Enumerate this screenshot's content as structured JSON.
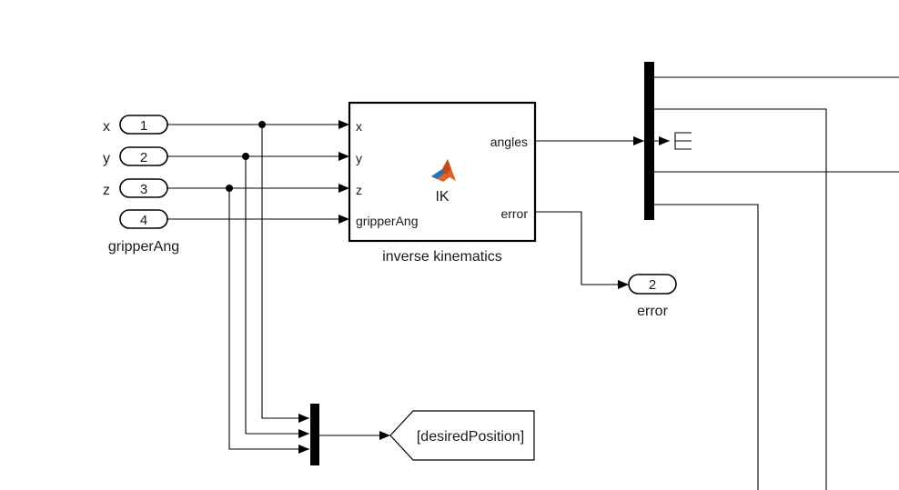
{
  "inports": [
    {
      "number": "1",
      "label": "x"
    },
    {
      "number": "2",
      "label": "y"
    },
    {
      "number": "3",
      "label": "z"
    },
    {
      "number": "4",
      "label": "gripperAng"
    }
  ],
  "ik_block": {
    "name": "inverse kinematics",
    "center_text": "IK",
    "inputs": [
      "x",
      "y",
      "z",
      "gripperAng"
    ],
    "outputs": [
      "angles",
      "error"
    ],
    "icon": "matlab-logo-icon"
  },
  "outport_error": {
    "number": "2",
    "label": "error"
  },
  "goto_tag": {
    "text": "[desiredPosition]"
  },
  "colors": {
    "line": "#000000",
    "block_fill": "#ffffff",
    "matlab_orange": "#e0622a",
    "matlab_blue": "#2a6fb8"
  }
}
